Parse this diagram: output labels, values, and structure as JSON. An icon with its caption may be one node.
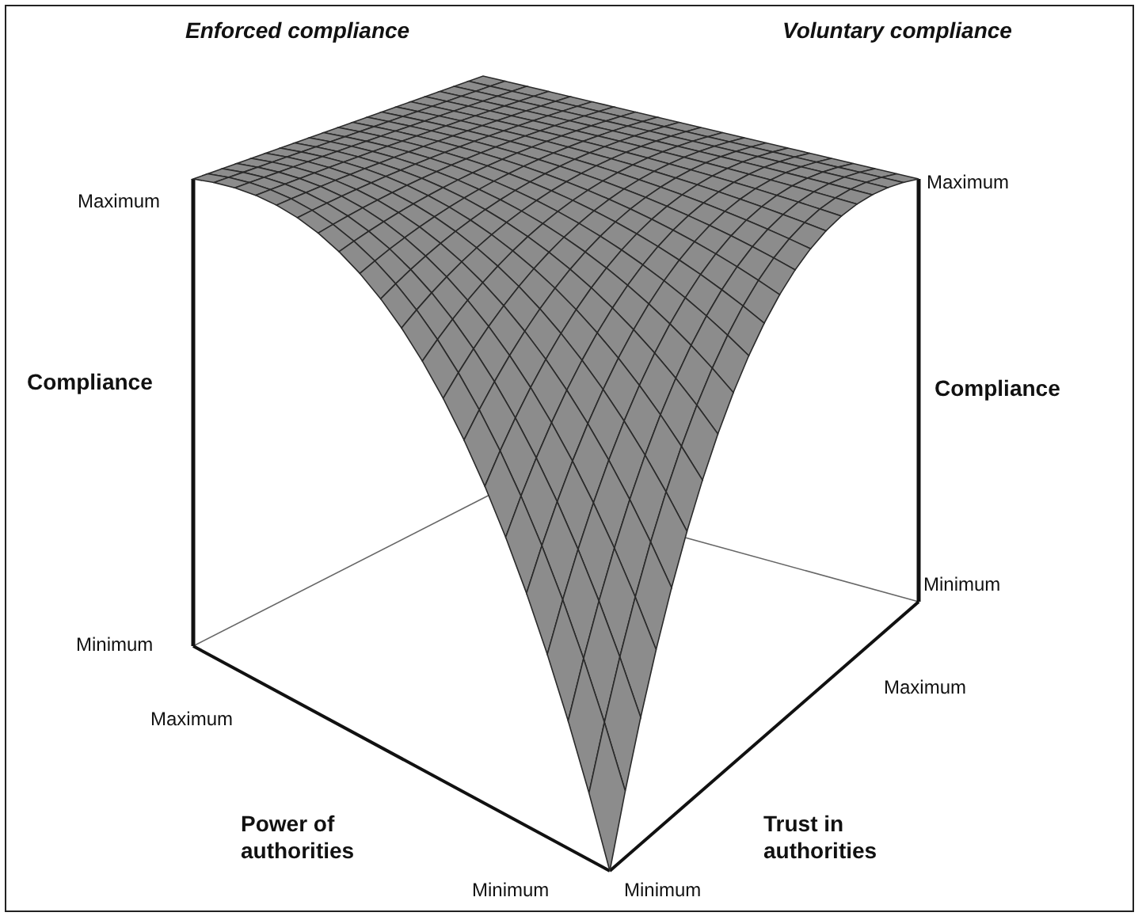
{
  "diagram": {
    "labels": [
      "Enforced compliance",
      "Voluntary compliance",
      "Maximum",
      "Maximum",
      "Compliance",
      "Compliance",
      "Minimum",
      "Minimum",
      "Maximum",
      "Maximum",
      "Power of authorities",
      "Trust in authorities",
      "Minimum",
      "Minimum"
    ]
  }
}
